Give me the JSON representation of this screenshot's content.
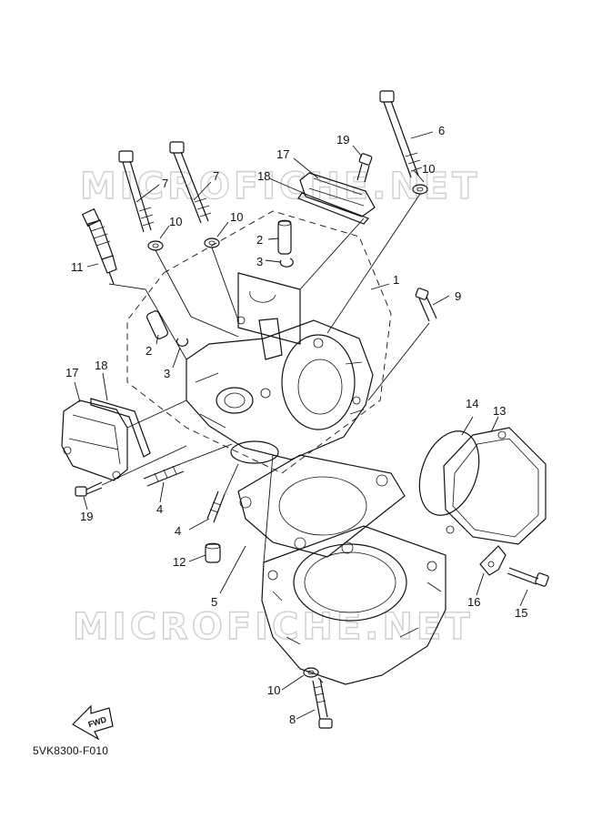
{
  "watermark": "MICROFICHE.NET",
  "diagram_code": "5VK8300-F010",
  "fwd_label": "FWD",
  "callouts": {
    "c1": "1",
    "c2a": "2",
    "c2b": "2",
    "c3a": "3",
    "c3b": "3",
    "c4a": "4",
    "c4b": "4",
    "c5": "5",
    "c6": "6",
    "c7a": "7",
    "c7b": "7",
    "c8": "8",
    "c9": "9",
    "c10a": "10",
    "c10b": "10",
    "c10c": "10",
    "c10d": "10",
    "c11": "11",
    "c12": "12",
    "c13": "13",
    "c14": "14",
    "c15": "15",
    "c16": "16",
    "c17a": "17",
    "c17b": "17",
    "c18a": "18",
    "c18b": "18",
    "c19a": "19",
    "c19b": "19"
  }
}
